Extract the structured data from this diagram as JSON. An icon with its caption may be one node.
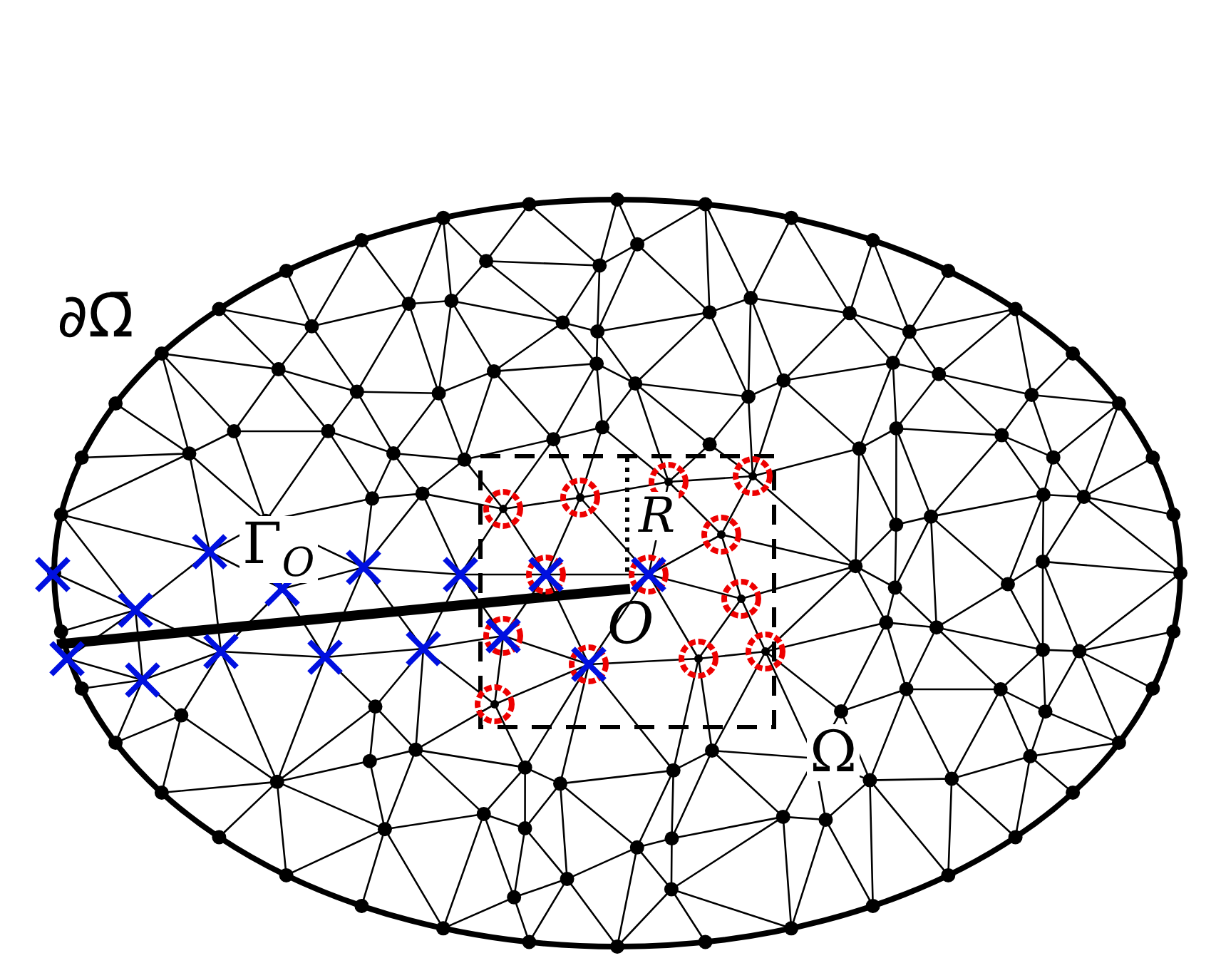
{
  "diagram": {
    "labels": [
      "∂Ω̄",
      "Γ$_{O}$",
      "R",
      "O",
      "Ω"
    ]
  }
}
